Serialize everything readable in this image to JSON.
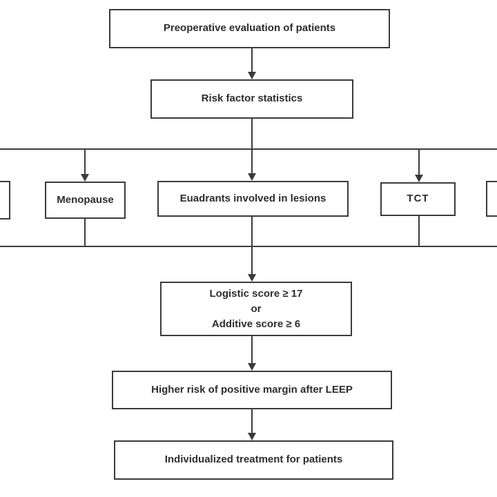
{
  "diagram": {
    "type": "flowchart",
    "background_color": "#ffffff",
    "line_color": "#3b3b3b",
    "text_color": "#2d2d2d",
    "nodes": {
      "preoperative": {
        "label": "Preoperative evaluation of patients"
      },
      "risk_factor": {
        "label": "Risk factor statistics"
      },
      "left_partial": {
        "label": ""
      },
      "menopause": {
        "label": "Menopause"
      },
      "quadrants": {
        "label": "Euadrants involved in lesions"
      },
      "tct": {
        "label": "TCT"
      },
      "right_partial": {
        "label": ""
      },
      "score": {
        "lines": [
          "Logistic score ≥ 17",
          "or",
          "Additive score ≥ 6"
        ]
      },
      "higher_risk": {
        "label": "Higher risk of positive margin after LEEP"
      },
      "individualized": {
        "label": "Individualized treatment for patients"
      }
    },
    "flow": [
      "Preoperative evaluation of patients -> Risk factor statistics",
      "Risk factor statistics -> branch line (Menopause, Euadrants involved in lesions, TCT, two boxes cut off at image edges)",
      "branch factors -> Logistic score ≥ 17 or Additive score ≥ 6",
      "score -> Higher risk of positive margin after LEEP",
      "higher risk -> Individualized treatment for patients"
    ]
  }
}
